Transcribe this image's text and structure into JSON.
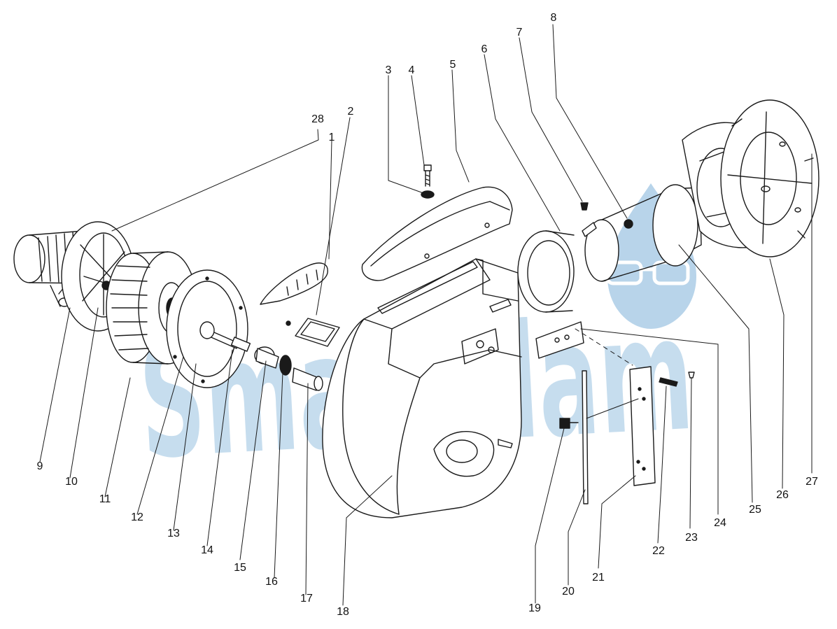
{
  "watermark": {
    "text": "SmartFlam",
    "color": "#b8d4ea"
  },
  "line_color": "#1a1a1a",
  "callouts": [
    {
      "label": "1"
    },
    {
      "label": "2"
    },
    {
      "label": "3"
    },
    {
      "label": "4"
    },
    {
      "label": "5"
    },
    {
      "label": "6"
    },
    {
      "label": "7"
    },
    {
      "label": "8"
    },
    {
      "label": "9"
    },
    {
      "label": "10"
    },
    {
      "label": "11"
    },
    {
      "label": "12"
    },
    {
      "label": "13"
    },
    {
      "label": "14"
    },
    {
      "label": "15"
    },
    {
      "label": "16"
    },
    {
      "label": "17"
    },
    {
      "label": "18"
    },
    {
      "label": "19"
    },
    {
      "label": "20"
    },
    {
      "label": "21"
    },
    {
      "label": "22"
    },
    {
      "label": "23"
    },
    {
      "label": "24"
    },
    {
      "label": "25"
    },
    {
      "label": "26"
    },
    {
      "label": "27"
    },
    {
      "label": "28"
    }
  ]
}
